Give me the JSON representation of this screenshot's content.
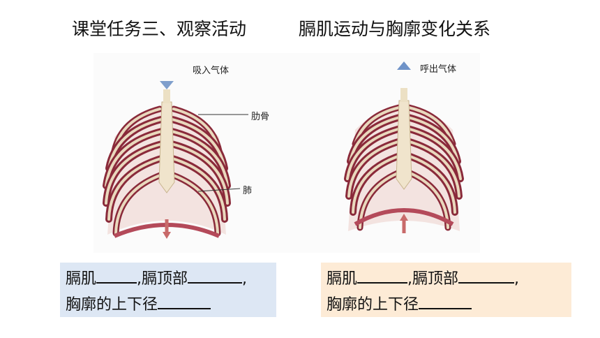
{
  "title": {
    "part1": "课堂任务三、观察活动",
    "part2": "膈肌运动与胸廓变化关系"
  },
  "figure": {
    "left_captions": {
      "inhale": "吸入气体",
      "rib": "肋骨",
      "lung": "肺"
    },
    "right_captions": {
      "exhale": "呼出气体"
    }
  },
  "boxes": {
    "left": {
      "line1_a": "膈肌",
      "line1_b": ",膈顶部",
      "line1_c": ",",
      "line2_a": "胸廓的上下径"
    },
    "right": {
      "line1_a": "膈肌",
      "line1_b": ",膈顶部",
      "line1_c": ",",
      "line2_a": "胸廓的上下径"
    }
  }
}
